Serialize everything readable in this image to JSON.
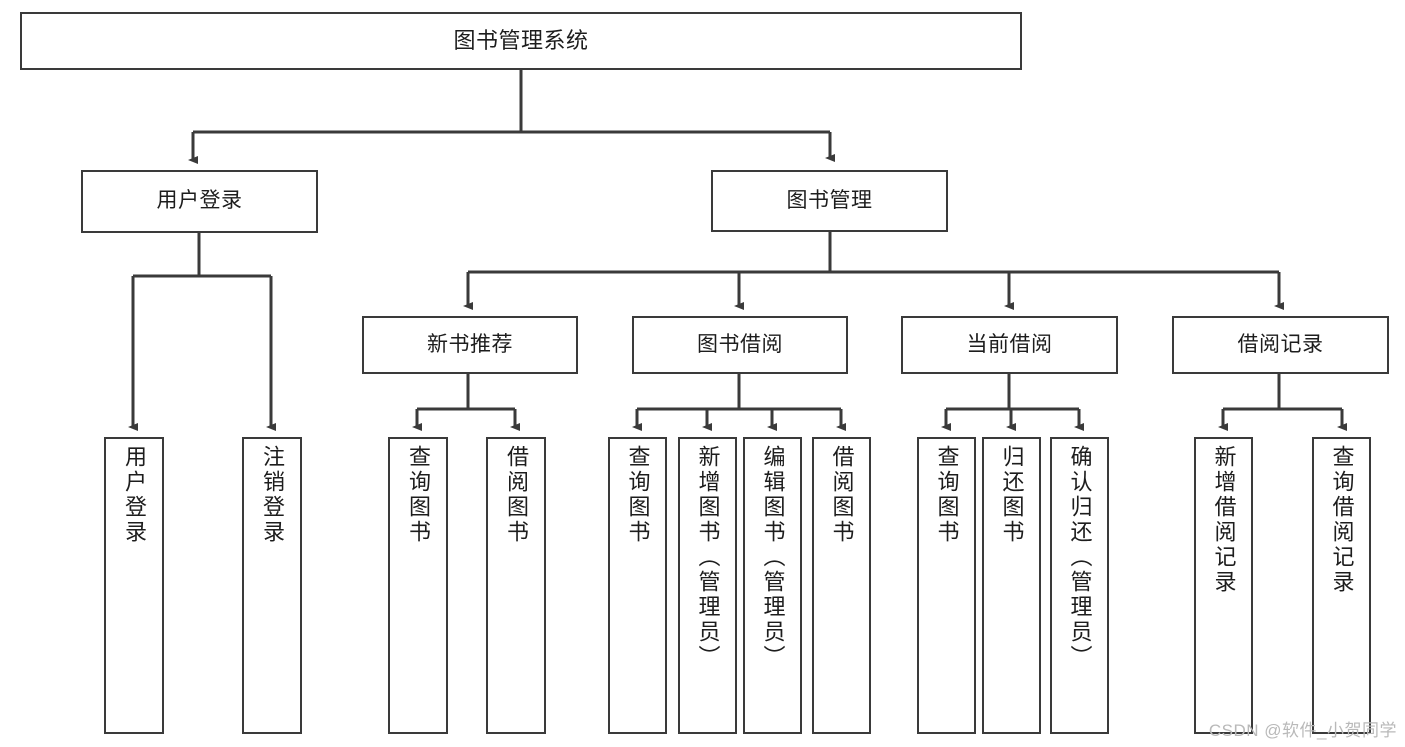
{
  "diagram": {
    "title": "图书管理系统",
    "type": "功能结构图",
    "style": {
      "box_border": "#3a3a3a",
      "box_fill": "#ffffff",
      "line": "#3a3a3a",
      "text": "#1d1d1d",
      "background": "#ffffff",
      "watermark_color": "#b9b9b9"
    },
    "nodes": {
      "root": {
        "label": "图书管理系统"
      },
      "l2": [
        {
          "id": "user_login",
          "label": "用户登录"
        },
        {
          "id": "book_manage",
          "label": "图书管理"
        }
      ],
      "l3": [
        {
          "id": "new_book_rec",
          "label": "新书推荐"
        },
        {
          "id": "book_borrow",
          "label": "图书借阅"
        },
        {
          "id": "current_borrow",
          "label": "当前借阅"
        },
        {
          "id": "borrow_record",
          "label": "借阅记录"
        }
      ],
      "leaves": {
        "user_login": [
          {
            "id": "leaf_user_login",
            "label": "用户登录"
          },
          {
            "id": "leaf_logout",
            "label": "注销登录"
          }
        ],
        "new_book_rec": [
          {
            "id": "leaf_query_book_1",
            "label": "查询图书"
          },
          {
            "id": "leaf_borrow_book_1",
            "label": "借阅图书"
          }
        ],
        "book_borrow": [
          {
            "id": "leaf_query_book_2",
            "label": "查询图书"
          },
          {
            "id": "leaf_add_book",
            "label": "新增图书（管理员）"
          },
          {
            "id": "leaf_edit_book",
            "label": "编辑图书（管理员）"
          },
          {
            "id": "leaf_borrow_book_2",
            "label": "借阅图书"
          }
        ],
        "current_borrow": [
          {
            "id": "leaf_query_book_3",
            "label": "查询图书"
          },
          {
            "id": "leaf_return_book",
            "label": "归还图书"
          },
          {
            "id": "leaf_confirm_return",
            "label": "确认归还（管理员）"
          }
        ],
        "borrow_record": [
          {
            "id": "leaf_add_record",
            "label": "新增借阅记录"
          },
          {
            "id": "leaf_query_record",
            "label": "查询借阅记录"
          }
        ]
      }
    },
    "watermark": "CSDN @软件_小贺同学"
  }
}
